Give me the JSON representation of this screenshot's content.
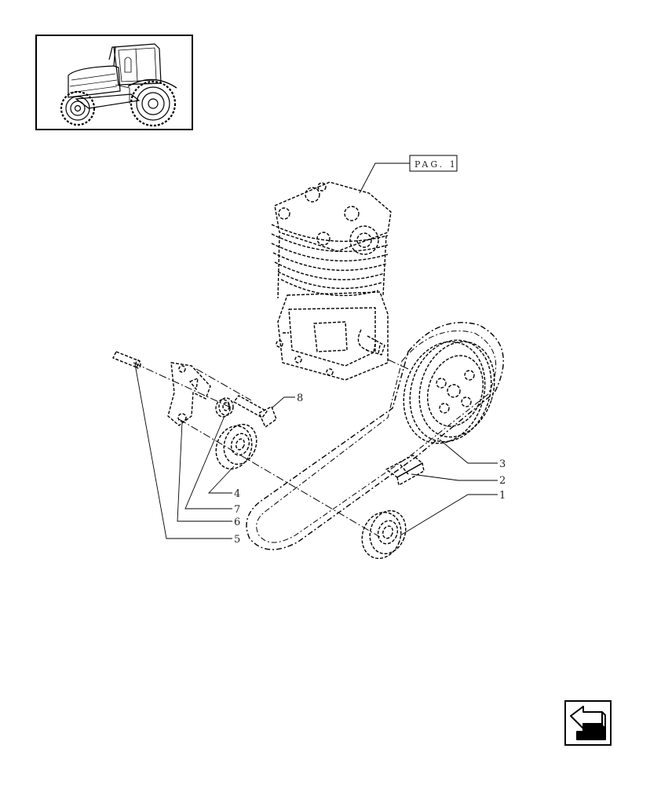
{
  "reference_label": "PAG. 1",
  "callouts": [
    {
      "id": "1",
      "label": "1"
    },
    {
      "id": "2",
      "label": "2"
    },
    {
      "id": "3",
      "label": "3"
    },
    {
      "id": "4",
      "label": "4"
    },
    {
      "id": "5",
      "label": "5"
    },
    {
      "id": "6",
      "label": "6"
    },
    {
      "id": "7",
      "label": "7"
    },
    {
      "id": "8",
      "label": "8"
    }
  ],
  "icons": {
    "thumbnail": "tractor-icon",
    "navigation": "return-arrow-icon"
  },
  "colors": {
    "ink": "#000000",
    "background": "#ffffff"
  }
}
